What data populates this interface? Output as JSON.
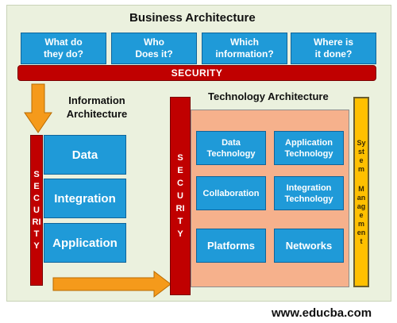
{
  "business": {
    "title": "Business Architecture",
    "questions": [
      "What do\nthey do?",
      "Who\nDoes it?",
      "Which\ninformation?",
      "Where is\nit done?"
    ]
  },
  "security_bar_label": "SECURITY",
  "information": {
    "title": "Information\nArchitecture",
    "security_label": "SECURITY",
    "boxes": [
      "Data",
      "Integration",
      "Application"
    ]
  },
  "technology": {
    "title": "Technology Architecture",
    "security_label": "SECURITY",
    "boxes": [
      "Data\nTechnology",
      "Application\nTechnology",
      "Collaboration",
      "Integration\nTechnology",
      "Platforms",
      "Networks"
    ]
  },
  "system_management_label": "System Management",
  "footer_url": "www.educba.com",
  "colors": {
    "background": "#ebf1de",
    "box_blue": "#1f9ad8",
    "security_red": "#c00000",
    "arrow_orange": "#f59a1b",
    "tech_panel": "#f6b18c",
    "system_bar": "#ffc000"
  }
}
